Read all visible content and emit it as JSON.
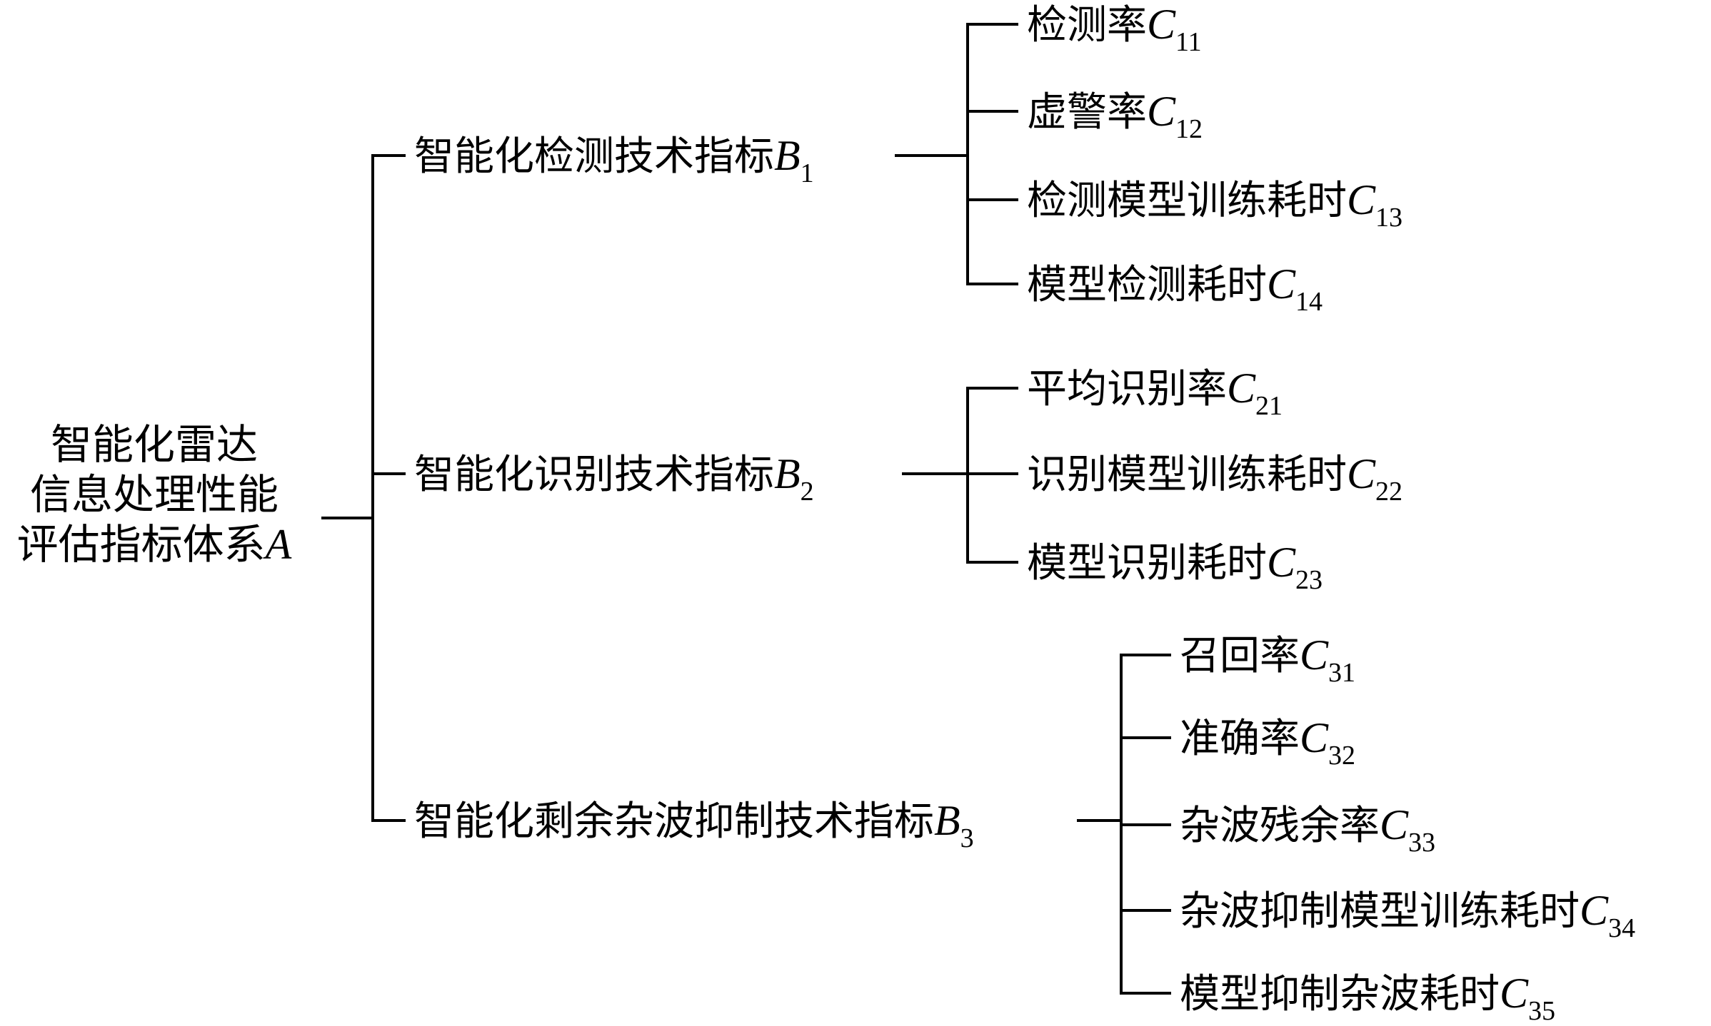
{
  "root": {
    "lines": [
      "智能化雷达",
      "信息处理性能",
      "评估指标体系"
    ],
    "symbol": "A"
  },
  "groups": [
    {
      "label": "智能化检测技术指标",
      "symbol": "B",
      "sub": "1",
      "items": [
        {
          "label": "检测率",
          "symbol": "C",
          "sub": "11"
        },
        {
          "label": "虚警率",
          "symbol": "C",
          "sub": "12"
        },
        {
          "label": "检测模型训练耗时",
          "symbol": "C",
          "sub": "13"
        },
        {
          "label": "模型检测耗时",
          "symbol": "C",
          "sub": "14"
        }
      ]
    },
    {
      "label": "智能化识别技术指标",
      "symbol": "B",
      "sub": "2",
      "items": [
        {
          "label": "平均识别率",
          "symbol": "C",
          "sub": "21"
        },
        {
          "label": "识别模型训练耗时",
          "symbol": "C",
          "sub": "22"
        },
        {
          "label": "模型识别耗时",
          "symbol": "C",
          "sub": "23"
        }
      ]
    },
    {
      "label": "智能化剩余杂波抑制技术指标",
      "symbol": "B",
      "sub": "3",
      "items": [
        {
          "label": "召回率",
          "symbol": "C",
          "sub": "31"
        },
        {
          "label": "准确率",
          "symbol": "C",
          "sub": "32"
        },
        {
          "label": "杂波残余率",
          "symbol": "C",
          "sub": "33"
        },
        {
          "label": "杂波抑制模型训练耗时",
          "symbol": "C",
          "sub": "34"
        },
        {
          "label": "模型抑制杂波耗时",
          "symbol": "C",
          "sub": "35"
        }
      ]
    }
  ]
}
